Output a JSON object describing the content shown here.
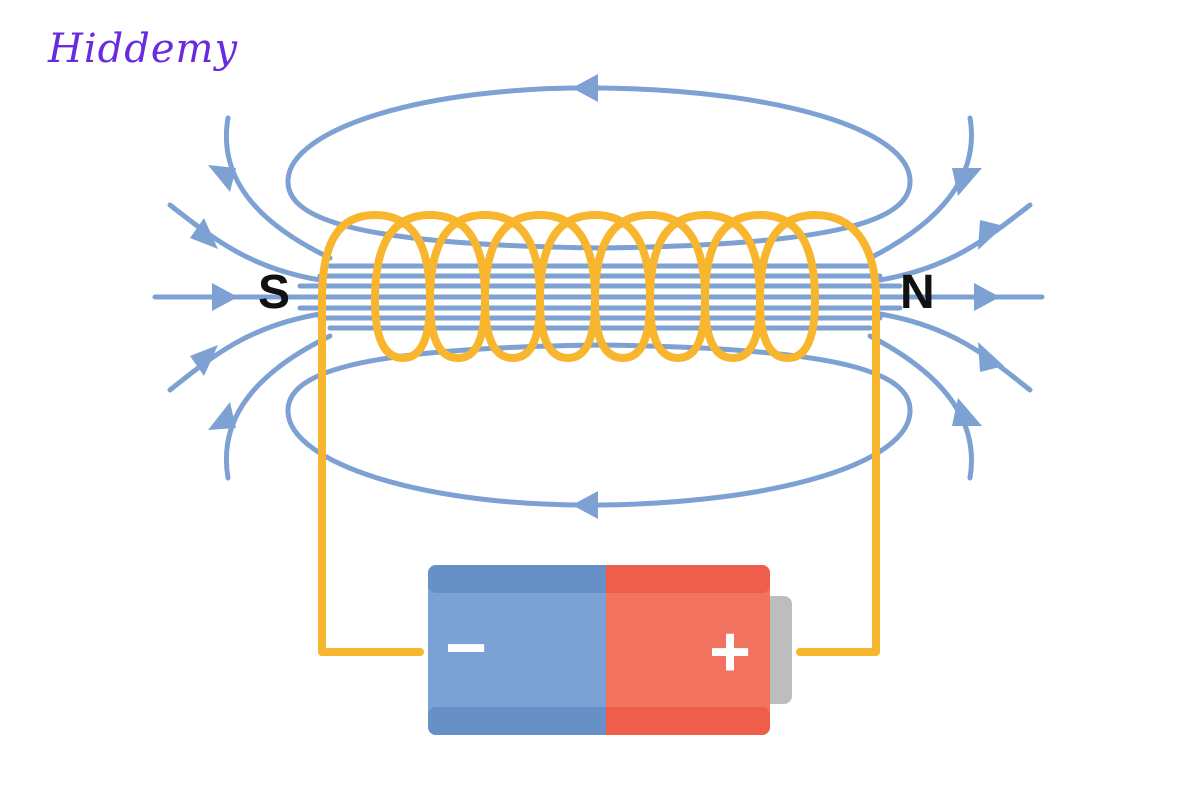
{
  "logo": {
    "text": "Hiddemy"
  },
  "labels": {
    "south": "S",
    "north": "N"
  },
  "battery": {
    "negative": "−",
    "positive": "+"
  },
  "colors": {
    "field_line": "#7ca1d2",
    "coil": "#f8b52e",
    "battery_blue": "#7aa2d4",
    "battery_blue_dark": "#6690c6",
    "battery_red": "#f27260",
    "battery_red_dark": "#ee5e4b",
    "battery_cap": "#bdbdbd",
    "logo": "#6a2be0",
    "pole_text": "#111111"
  },
  "icons": {
    "field_arrow": "arrowhead-icon"
  }
}
